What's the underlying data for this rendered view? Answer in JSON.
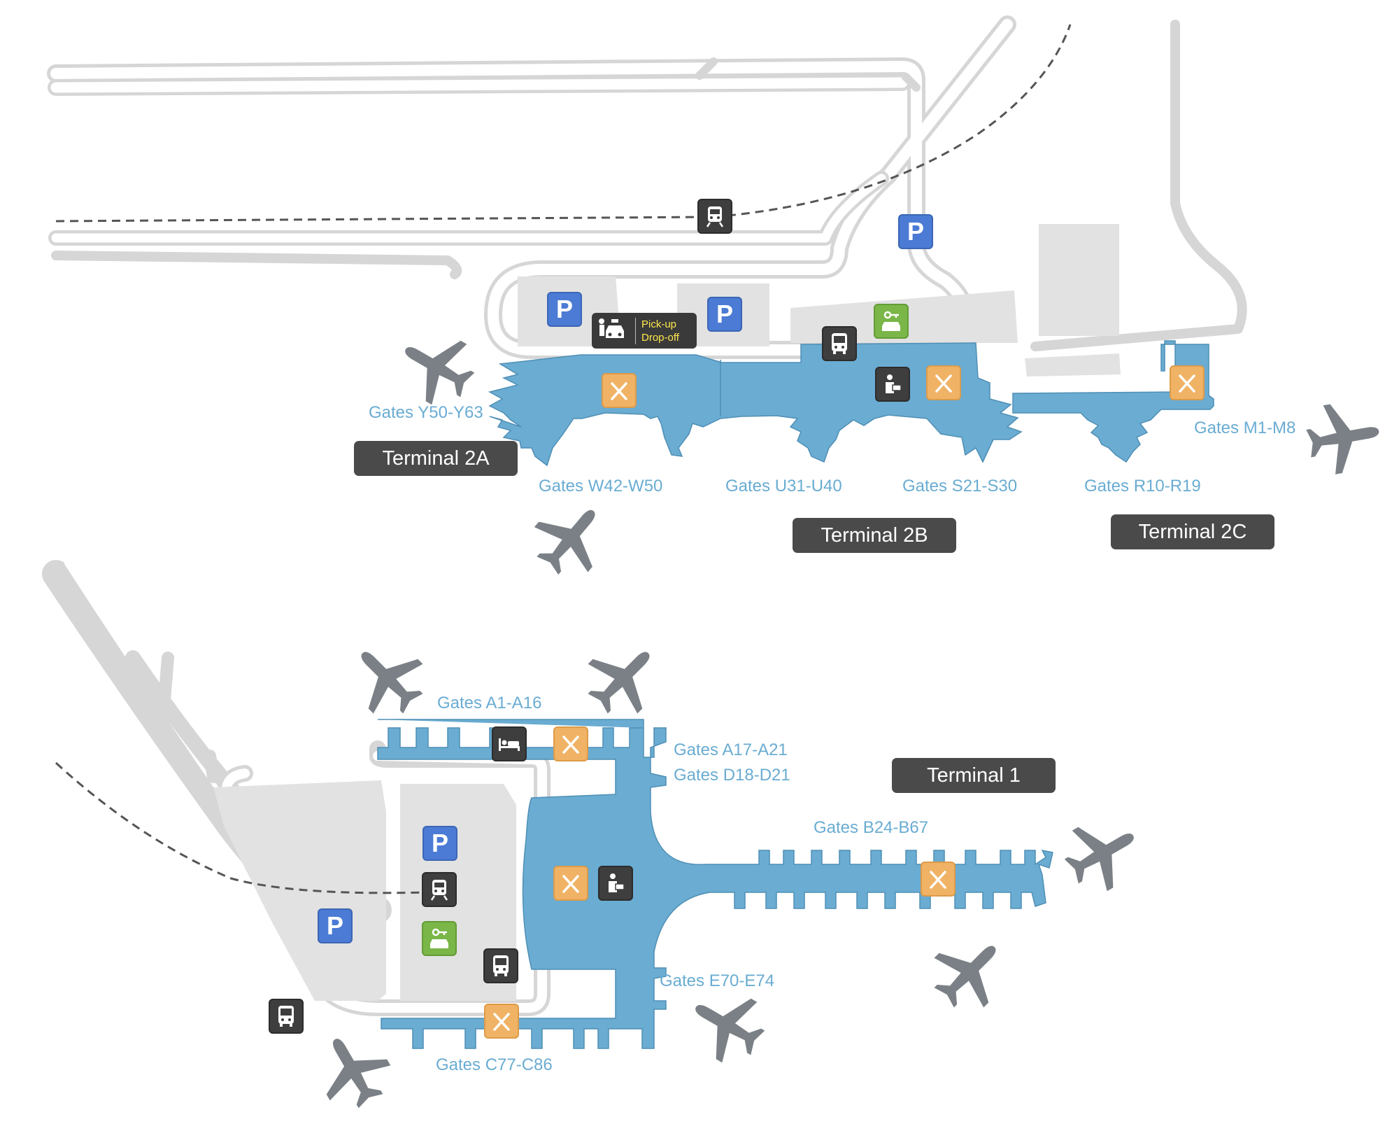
{
  "terminals": {
    "t2a": "Terminal 2A",
    "t2b": "Terminal 2B",
    "t2c": "Terminal 2C",
    "t1": "Terminal 1"
  },
  "gates": {
    "y50_y63": "Gates Y50-Y63",
    "w42_w50": "Gates W42-W50",
    "u31_u40": "Gates U31-U40",
    "s21_s30": "Gates S21-S30",
    "r10_r19": "Gates R10-R19",
    "m1_m8": "Gates M1-M8",
    "a1_a16": "Gates A1-A16",
    "a17_a21": "Gates A17-A21",
    "d18_d21": "Gates D18-D21",
    "b24_b67": "Gates B24-B67",
    "e70_e74": "Gates E70-E74",
    "c77_c86": "Gates C77-C86"
  },
  "icons": {
    "parking_letter": "P",
    "pickup_line1": "Pick-up",
    "pickup_line2": "Drop-off"
  },
  "colors": {
    "terminal_fill": "#6aacd2",
    "road": "#d6d6d6",
    "parking": "#4b7bd4",
    "restaurant": "#f0b365",
    "car_rental": "#7ab648",
    "dark_pin": "#3e3e3e",
    "badge": "#4a4a4a",
    "plane": "#7a8086"
  }
}
